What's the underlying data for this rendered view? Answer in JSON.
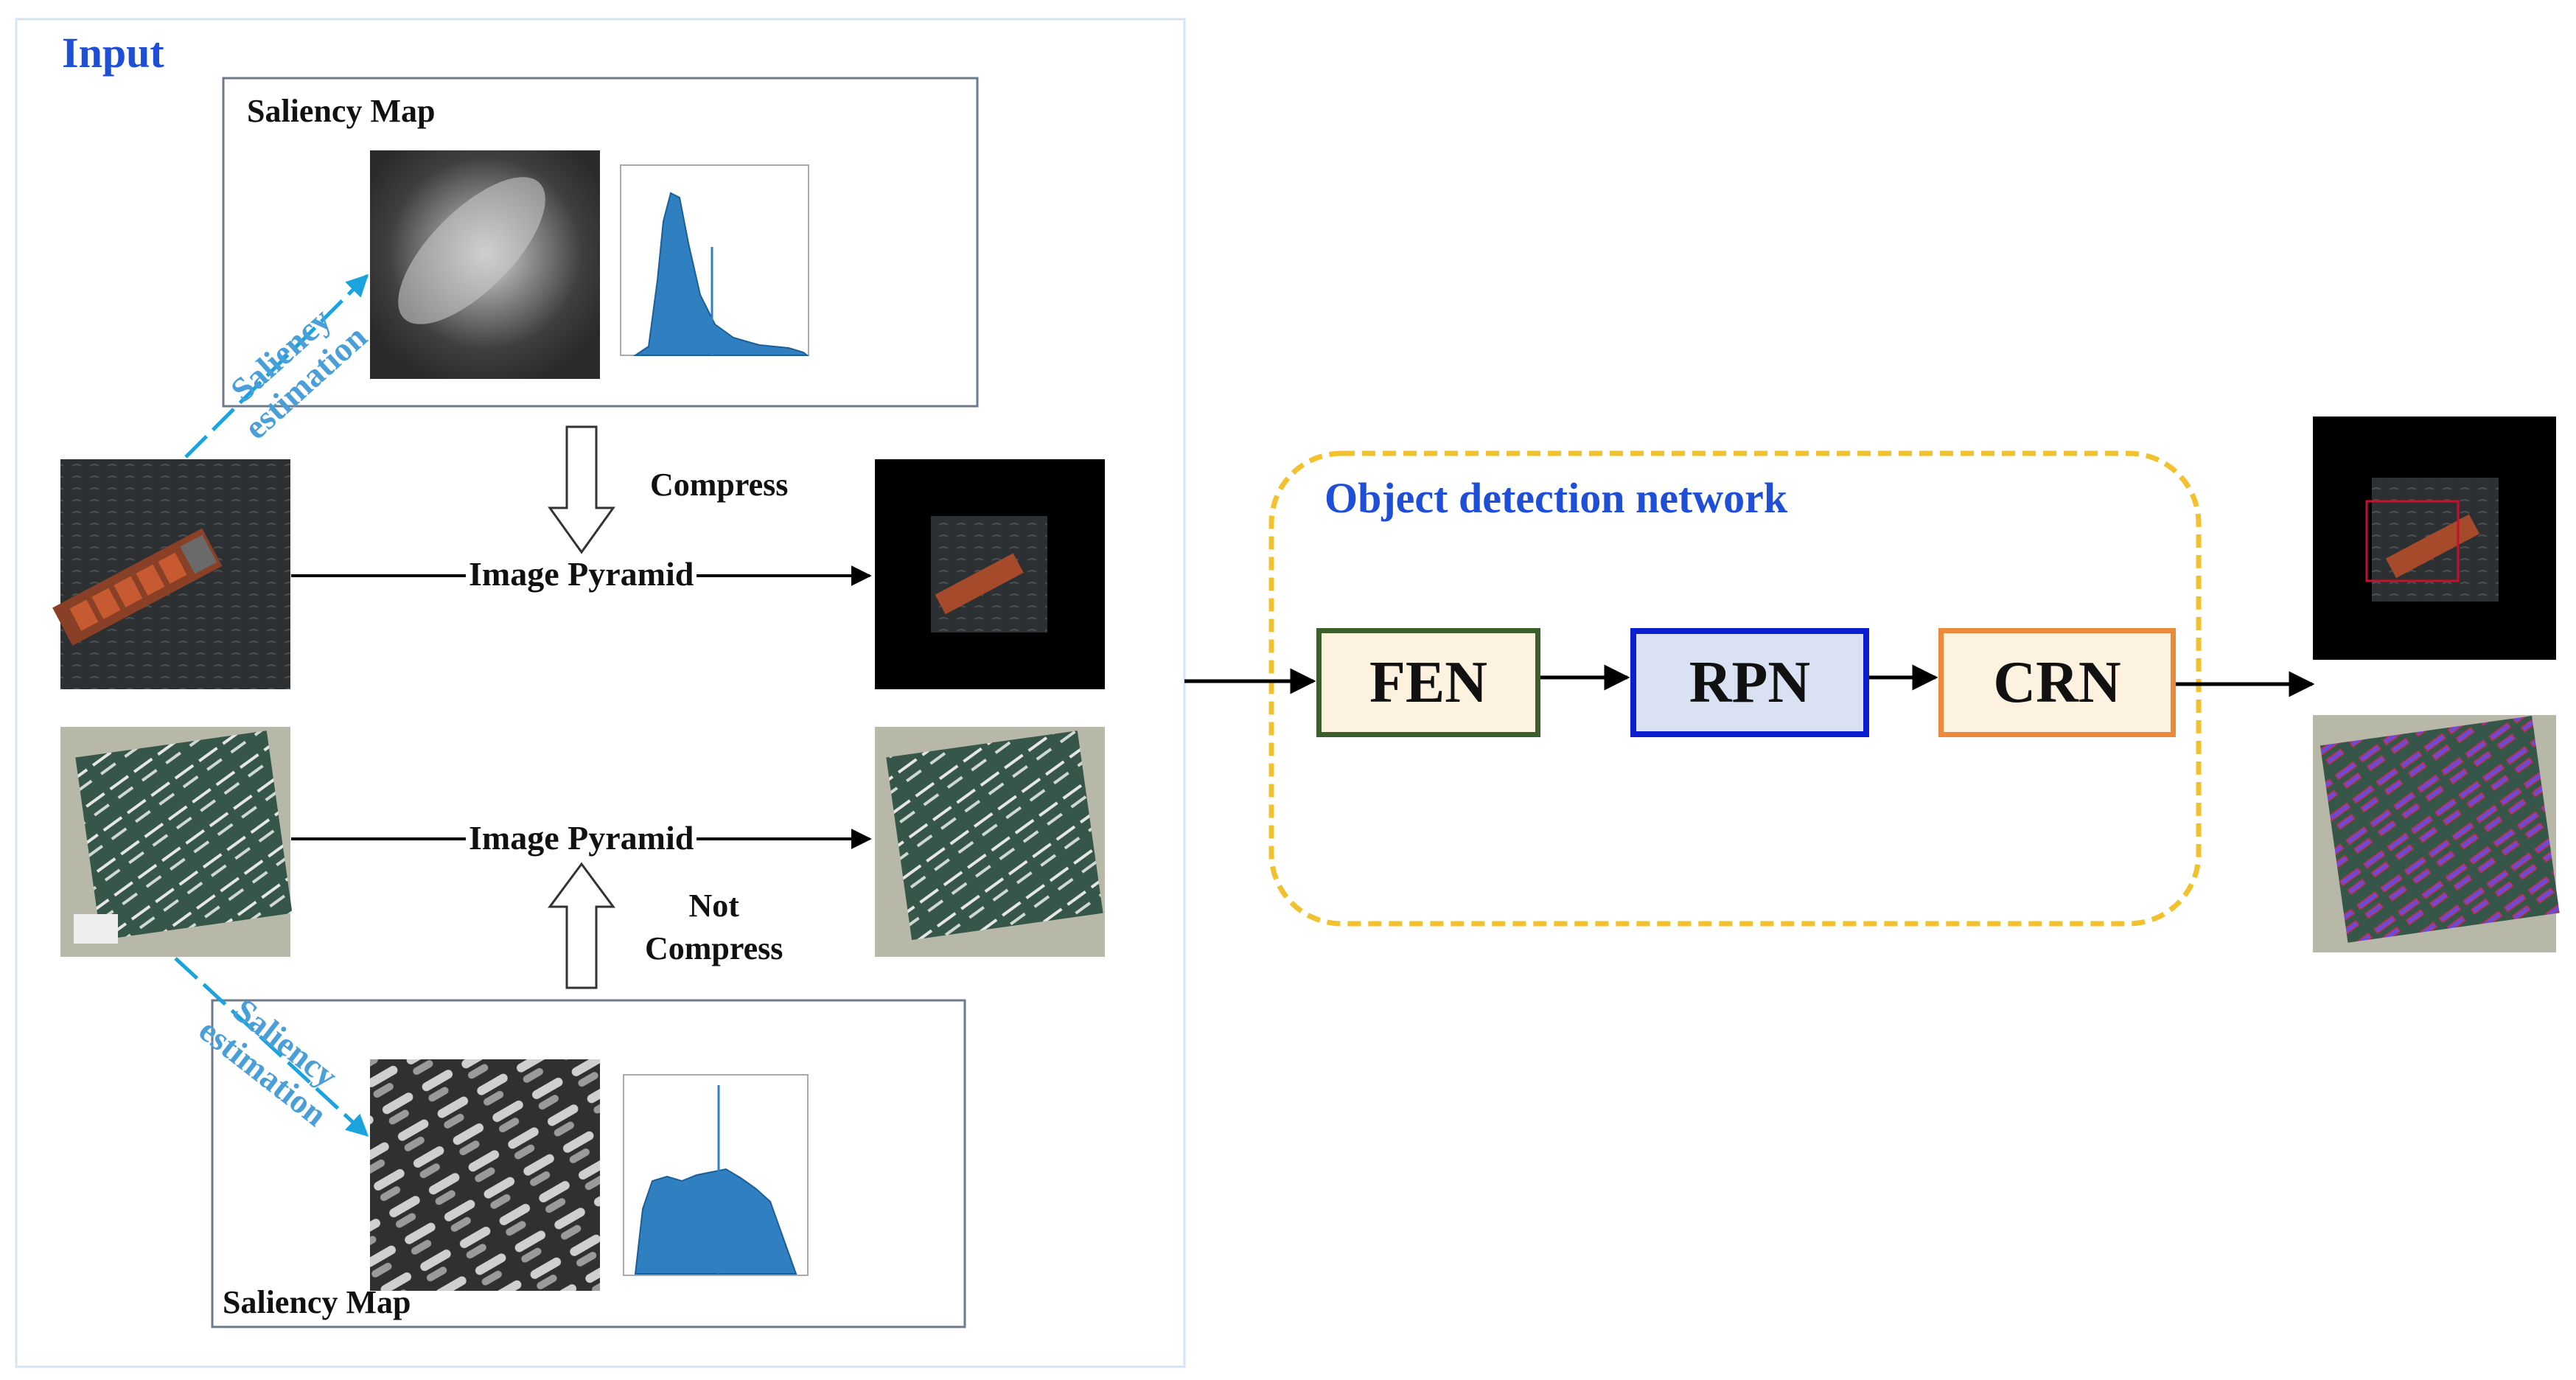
{
  "input_panel": {
    "title": "Input",
    "saliency_map_top": "Saliency Map",
    "saliency_map_bottom": "Saliency Map",
    "saliency_estimation_top": [
      "Saliency",
      "estimation"
    ],
    "saliency_estimation_bottom": [
      "Saliency",
      "estimation"
    ],
    "compress_label": "Compress",
    "not_compress_label": [
      "Not",
      "Compress"
    ],
    "image_pyramid_top": "Image Pyramid",
    "image_pyramid_bottom": "Image Pyramid"
  },
  "network": {
    "title": "Object detection network",
    "blocks": [
      "FEN",
      "RPN",
      "CRN"
    ]
  },
  "colors": {
    "title_blue": "#1f4fd6",
    "saliency_arrow": "#1aa3dc",
    "dashed_border": "#f2c12e",
    "fen_border": "#3b5e2a",
    "rpn_border": "#0b1fd0",
    "crn_border": "#ea8a3a",
    "histogram_bar": "#2f7fc1"
  },
  "icons": [
    "ship-image",
    "harbor-image",
    "saliency-map-image",
    "histogram-chart",
    "detection-result-image"
  ]
}
